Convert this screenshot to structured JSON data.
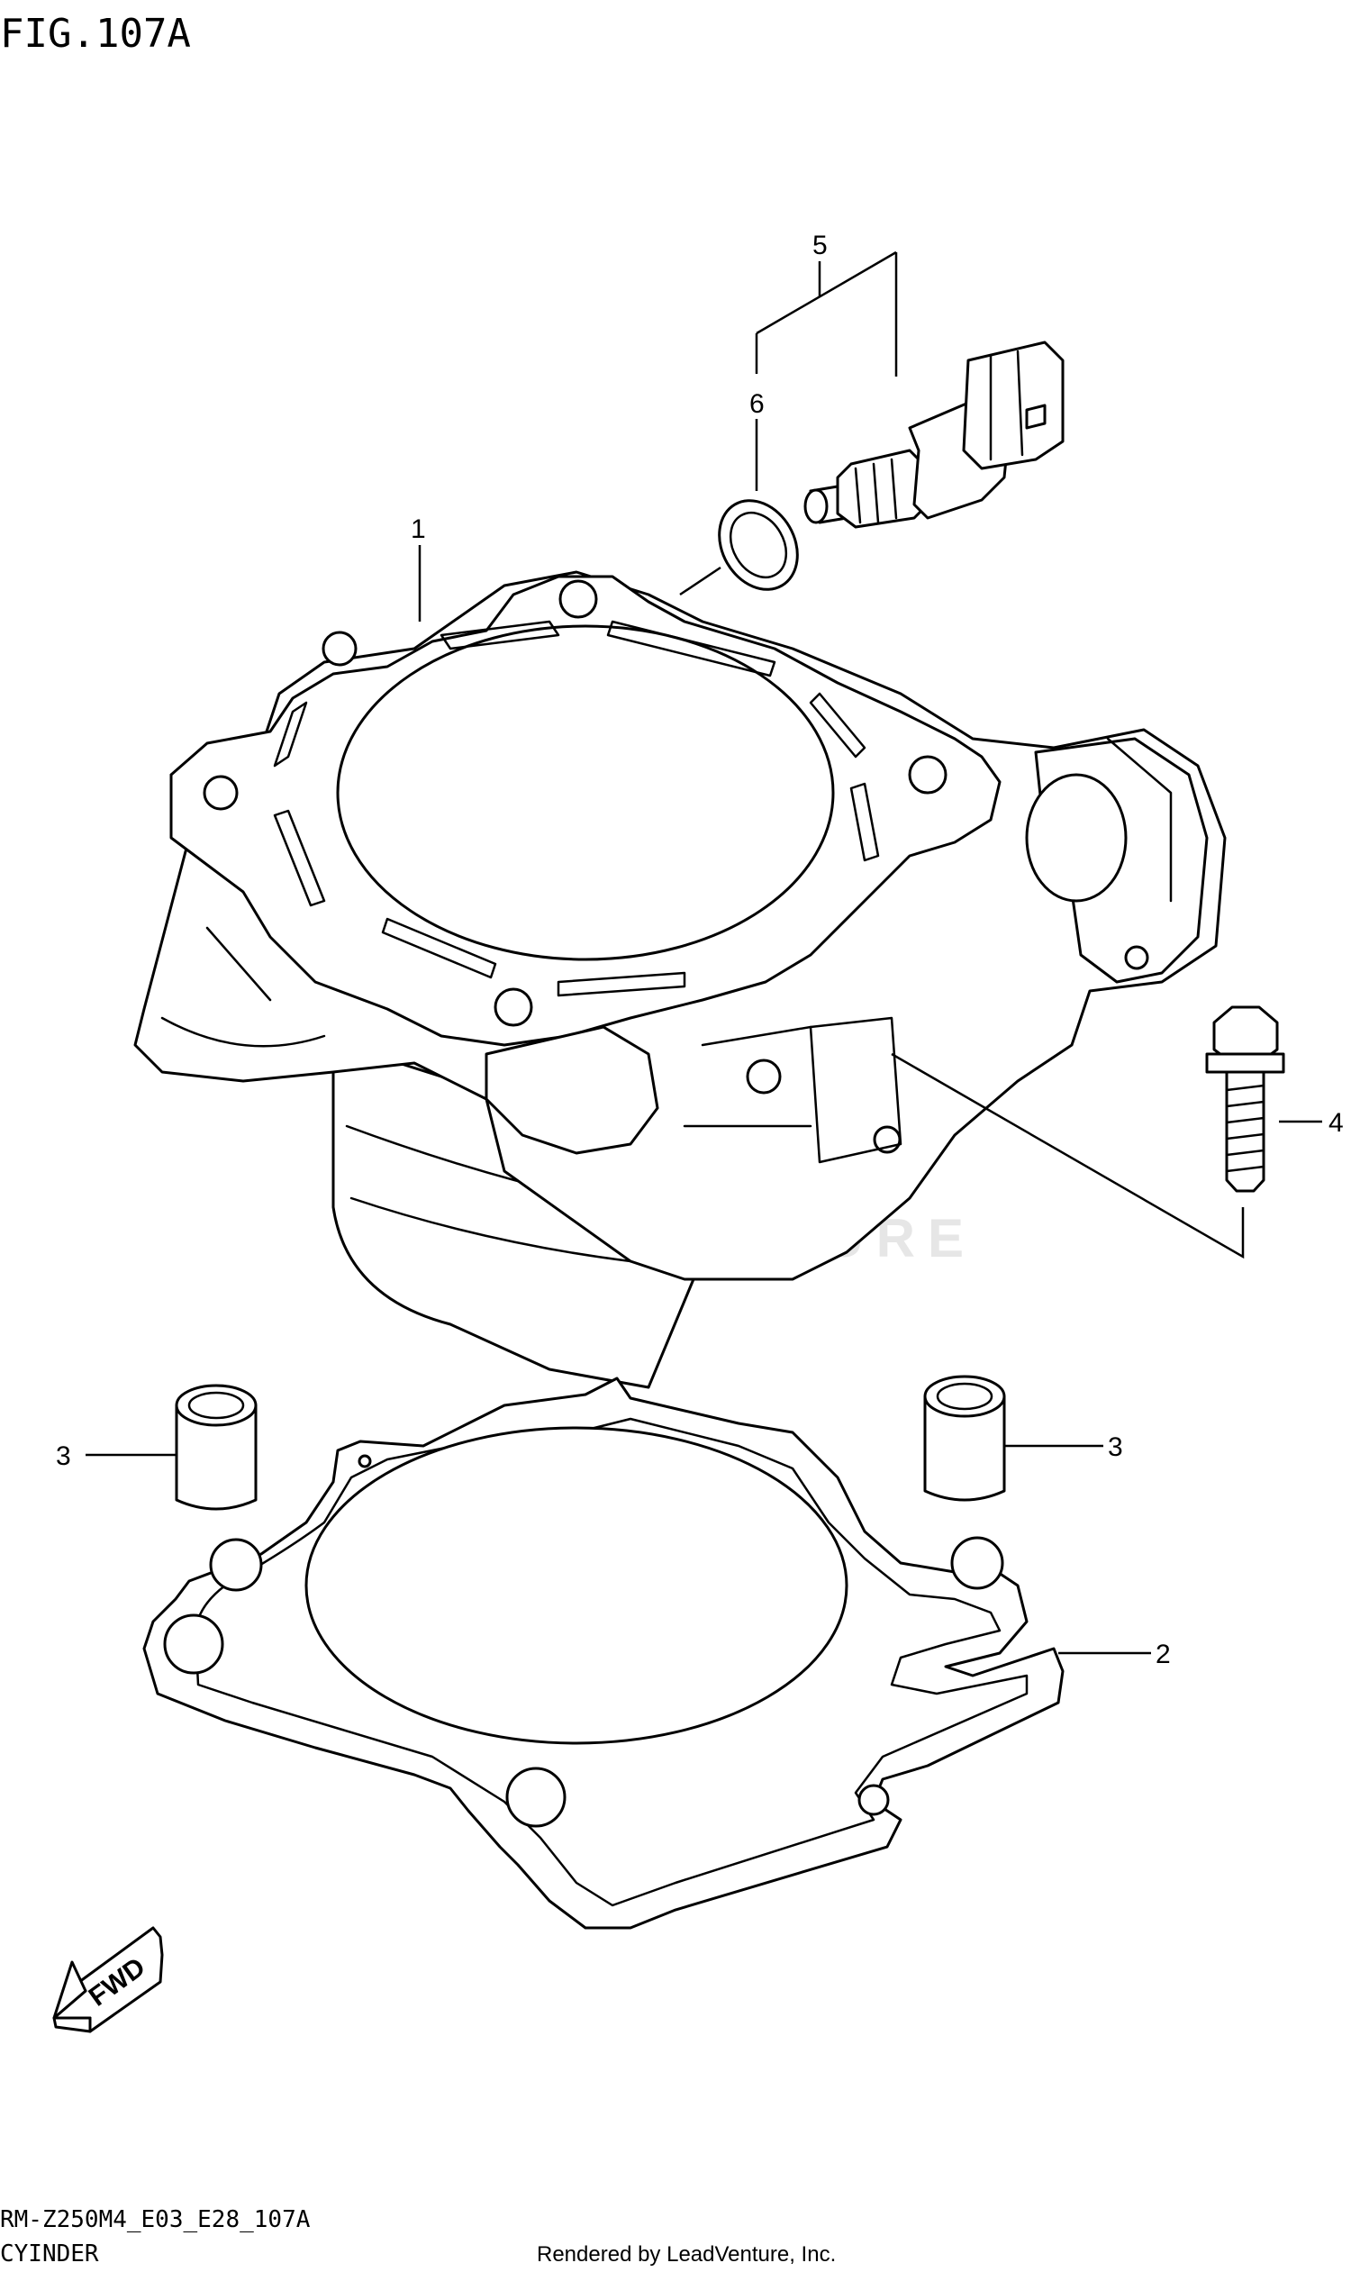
{
  "figure": {
    "title": "FIG.107A",
    "watermark": "LEADVENTURE"
  },
  "callouts": {
    "p1": "1",
    "p2": "2",
    "p3_left": "3",
    "p3_right": "3",
    "p4": "4",
    "p5": "5",
    "p6": "6"
  },
  "fwd_label": "FWD",
  "footer": {
    "model_code": "RM-Z250M4_E03_E28_107A",
    "section_name": "CYINDER",
    "rendered_by": "Rendered by LeadVenture, Inc."
  }
}
